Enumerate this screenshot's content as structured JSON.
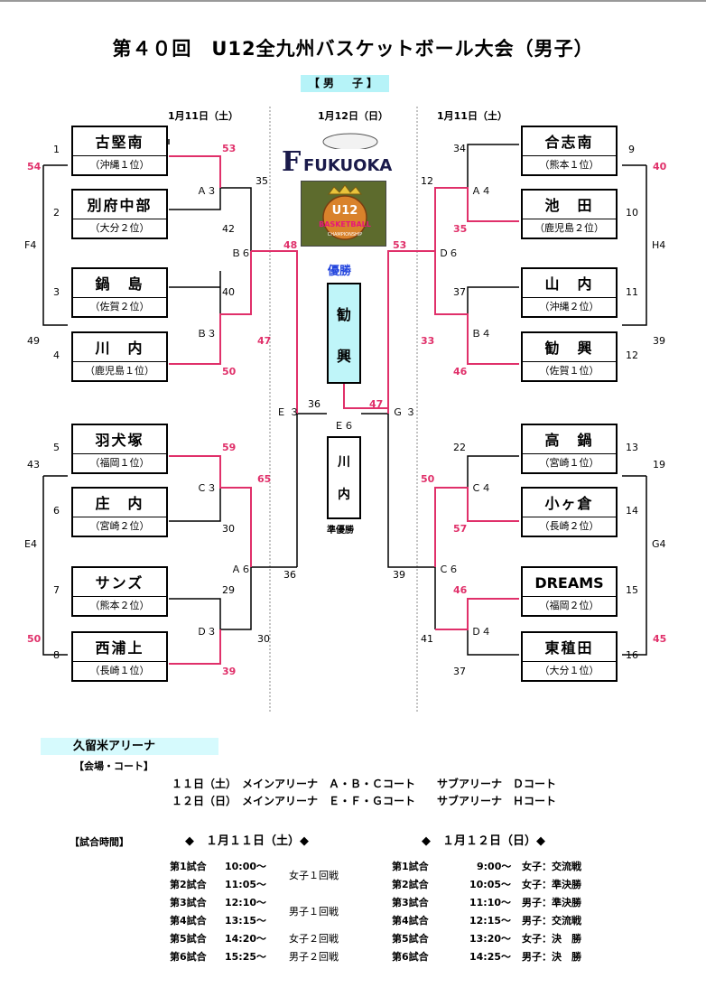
{
  "title": "第４０回　U12全九州バスケットボール大会（男子）",
  "section_tag": "【男　子】",
  "dates": {
    "left": "1月11日（土）",
    "center": "1月12日（日）",
    "right": "1月11日（土）"
  },
  "logos": {
    "fukuoka": "FUKUOKA",
    "u12_line1": "U12",
    "u12_line2": "BASKETBALL",
    "u12_line3": "CHAMPIONSHIP"
  },
  "teams": [
    {
      "seed": "1",
      "name": "古堅南",
      "sub": "（沖縄１位）"
    },
    {
      "seed": "2",
      "name": "別府中部",
      "sub": "（大分２位）"
    },
    {
      "seed": "3",
      "name": "鍋　島",
      "sub": "（佐賀２位）"
    },
    {
      "seed": "4",
      "name": "川　内",
      "sub": "（鹿児島１位）"
    },
    {
      "seed": "5",
      "name": "羽犬塚",
      "sub": "（福岡１位）"
    },
    {
      "seed": "6",
      "name": "庄　内",
      "sub": "（宮崎２位）"
    },
    {
      "seed": "7",
      "name": "サンズ",
      "sub": "（熊本２位）"
    },
    {
      "seed": "8",
      "name": "西浦上",
      "sub": "（長崎１位）"
    },
    {
      "seed": "9",
      "name": "合志南",
      "sub": "（熊本１位）"
    },
    {
      "seed": "10",
      "name": "池　田",
      "sub": "（鹿児島２位）"
    },
    {
      "seed": "11",
      "name": "山　内",
      "sub": "（沖縄２位）"
    },
    {
      "seed": "12",
      "name": "勧　興",
      "sub": "（佐賀１位）"
    },
    {
      "seed": "13",
      "name": "高　鍋",
      "sub": "（宮崎１位）"
    },
    {
      "seed": "14",
      "name": "小ヶ倉",
      "sub": "（長崎２位）"
    },
    {
      "seed": "15",
      "name": "DREAMS",
      "sub": "（福岡２位）"
    },
    {
      "seed": "16",
      "name": "東稙田",
      "sub": "（大分１位）"
    }
  ],
  "scores": {
    "s53a": "53",
    "s42": "42",
    "s35a": "35",
    "s48": "48",
    "s40a": "40",
    "s47a": "47",
    "s50a": "50",
    "s59": "59",
    "s30a": "30",
    "s65": "65",
    "s29": "29",
    "s39a": "39",
    "s30b": "30",
    "s36a": "36",
    "s36b": "36",
    "s47b": "47",
    "s39b": "39",
    "s54": "54",
    "s49": "49",
    "s43": "43",
    "s50b": "50",
    "s34": "34",
    "s12": "12",
    "s35b": "35",
    "s53b": "53",
    "s37a": "37",
    "s33": "33",
    "s46a": "46",
    "s22": "22",
    "s50c": "50",
    "s57": "57",
    "s46b": "46",
    "s41": "41",
    "s37b": "37",
    "s40b": "40",
    "s39c": "39",
    "s19": "19",
    "s45": "45"
  },
  "matches": {
    "A3": "Ａ３",
    "B6": "Ｂ６",
    "B3": "Ｂ３",
    "C3": "Ｃ３",
    "A6": "Ａ６",
    "D3": "Ｄ３",
    "A4": "Ａ４",
    "D6": "Ｄ６",
    "B4": "Ｂ４",
    "C4": "Ｃ４",
    "C6": "Ｃ６",
    "D4": "Ｄ４",
    "E3": "Ｅ ３",
    "E6": "Ｅ６",
    "G3": "Ｇ ３",
    "F4": "F4",
    "E4": "E4",
    "H4": "H4",
    "G4": "G4"
  },
  "champion_label": "優勝",
  "champion_name": [
    "勧",
    "興"
  ],
  "runner_name": [
    "川",
    "内"
  ],
  "runner_label": "準優勝",
  "venue": {
    "arena": "久留米アリーナ",
    "heading": "【会場・コート】",
    "day1": "１１日（土）　メインアリーナ　Ａ・Ｂ・Ｃコート　　サブアリーナ　Ｄコート",
    "day2": "１２日（日）　メインアリーナ　Ｅ・Ｆ・Ｇコート　　サブアリーナ　Ｈコート"
  },
  "schedule": {
    "heading": "【試合時間】",
    "day1_title": "◆　１月１１日（土）◆",
    "day2_title": "◆　１月１２日（日）◆",
    "day1": [
      {
        "game": "第1試合",
        "time": "10:00～"
      },
      {
        "game": "第2試合",
        "time": "11:05～"
      },
      {
        "game": "第3試合",
        "time": "12:10～"
      },
      {
        "game": "第4試合",
        "time": "13:15～"
      },
      {
        "game": "第5試合",
        "time": "14:20～"
      },
      {
        "game": "第6試合",
        "time": "15:25～"
      }
    ],
    "day1_events": [
      "女子１回戦",
      "男子１回戦",
      "女子２回戦",
      "男子２回戦"
    ],
    "day2": [
      {
        "game": "第1試合",
        "time": "9:00～",
        "event": "女子：交流戦"
      },
      {
        "game": "第2試合",
        "time": "10:05～",
        "event": "女子：準決勝"
      },
      {
        "game": "第3試合",
        "time": "11:10～",
        "event": "男子：準決勝"
      },
      {
        "game": "第4試合",
        "time": "12:15～",
        "event": "男子：交流戦"
      },
      {
        "game": "第5試合",
        "time": "13:20～",
        "event": "女子：決　勝"
      },
      {
        "game": "第6試合",
        "time": "14:25～",
        "event": "男子：決　勝"
      }
    ]
  },
  "colors": {
    "winner_line": "#e0306a",
    "score_text": "#e0306a",
    "accent_bg": "#b6f3f8"
  }
}
